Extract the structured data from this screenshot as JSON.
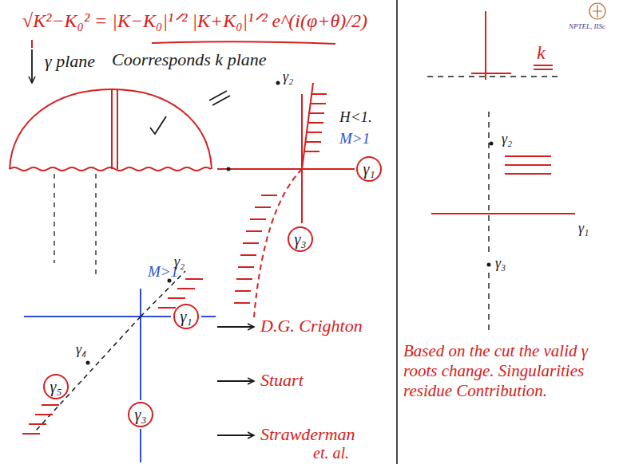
{
  "diagram": {
    "nodes": [
      {
        "text": [
          "γ₁"
        ]
      },
      {
        "text": [
          "γ₃"
        ]
      },
      {
        "text": [
          "γ₁"
        ]
      },
      {
        "text": [
          "γ₅"
        ]
      },
      {
        "text": [
          "γ₃"
        ]
      }
    ],
    "labels": [
      "√K²−K₀² = |K−K₀|¹ᐟ² |K+K₀|¹ᐟ² e^(i(φ+θ)/2)",
      "γ plane",
      "Coorresponds k plane",
      "γ₂",
      "H<1.",
      "M>1",
      "M>1",
      "γ₂",
      "γ₄",
      "D.G. Crighton",
      "Stuart",
      "Strawderman",
      "et. al.",
      "k",
      "γ₂",
      "γ₁",
      "γ₃",
      "Based on the cut the valid γ roots change. Singularities residue Contribution.",
      "NPTEL, IISc"
    ]
  }
}
